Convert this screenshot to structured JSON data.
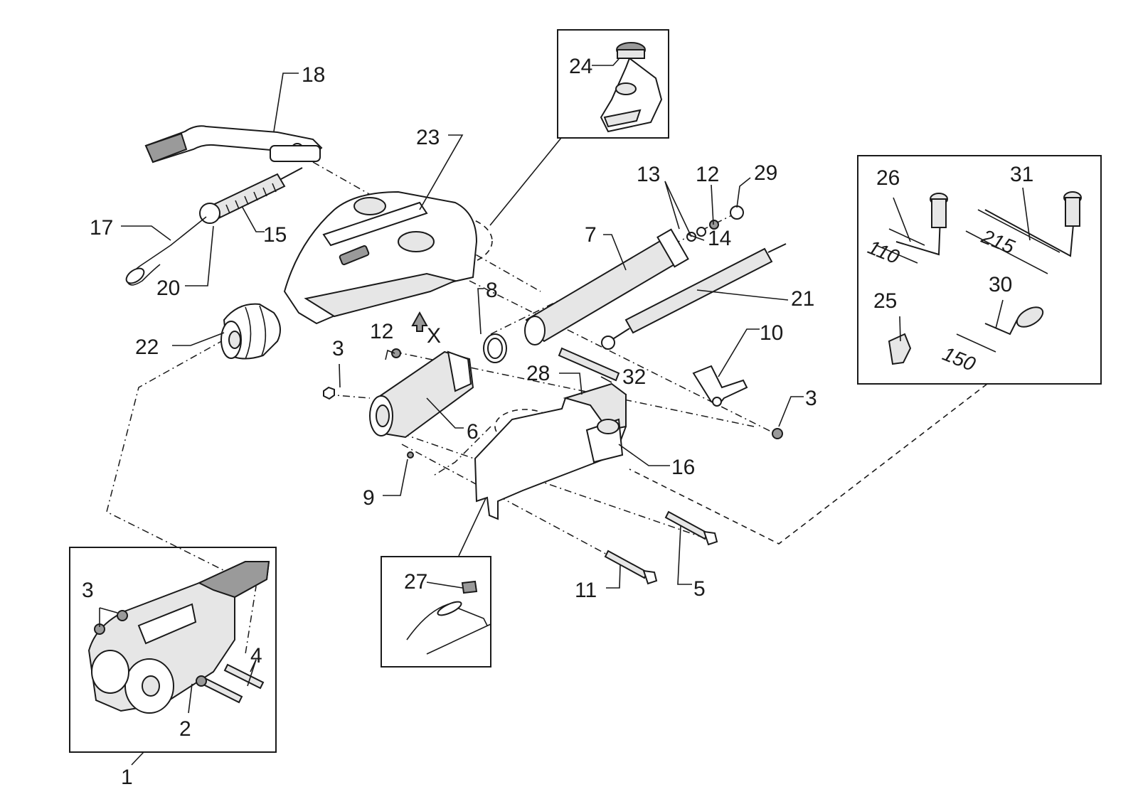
{
  "labels": {
    "p1": "1",
    "p2": "2",
    "p3a": "3",
    "p3b": "3",
    "p3c": "3",
    "p4": "4",
    "p5": "5",
    "p6": "6",
    "p7": "7",
    "p8": "8",
    "p9": "9",
    "p10": "10",
    "p11": "11",
    "p12a": "12",
    "p12b": "12",
    "p13": "13",
    "p14": "14",
    "p15": "15",
    "p16": "16",
    "p17": "17",
    "p18": "18",
    "p20": "20",
    "p21": "21",
    "p22": "22",
    "p23": "23",
    "p24": "24",
    "p25": "25",
    "p26": "26",
    "p27": "27",
    "p28": "28",
    "p29": "29",
    "p30": "30",
    "p31": "31",
    "p32": "32",
    "x": "X"
  },
  "dimensions": {
    "d110": "110",
    "d215": "215",
    "d150": "150"
  }
}
